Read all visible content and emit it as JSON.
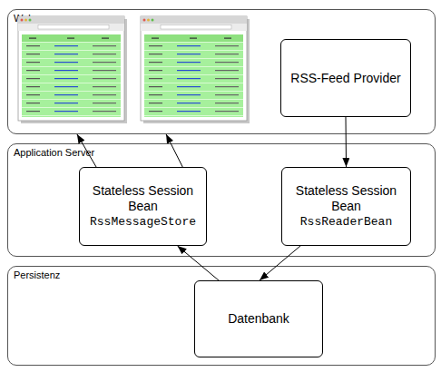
{
  "diagram": {
    "nodes": [
      {
        "text": [
          "Web"
        ]
      },
      {
        "text": [
          "RSS-Feed Provider"
        ],
        "in": 0
      },
      {
        "text": [
          "Application Server"
        ]
      },
      {
        "text": [
          "Stateless Session Bean",
          "RssMessageStore"
        ],
        "in": 2
      },
      {
        "text": [
          "Stateless Session Bean",
          "RssReaderBean"
        ],
        "in": 2
      },
      {
        "text": [
          "Persistenz"
        ]
      },
      {
        "text": [
          "Datenbank"
        ],
        "in": 5
      }
    ],
    "edges": [
      {
        "from": 3,
        "to": 0,
        "arrow": "to"
      },
      {
        "from": 3,
        "to": 0,
        "arrow": "to"
      },
      {
        "from": 1,
        "to": 4,
        "arrow": "to"
      },
      {
        "from": 4,
        "to": 6,
        "arrow": "to"
      },
      {
        "from": 6,
        "to": 3,
        "arrow": "to"
      }
    ]
  }
}
